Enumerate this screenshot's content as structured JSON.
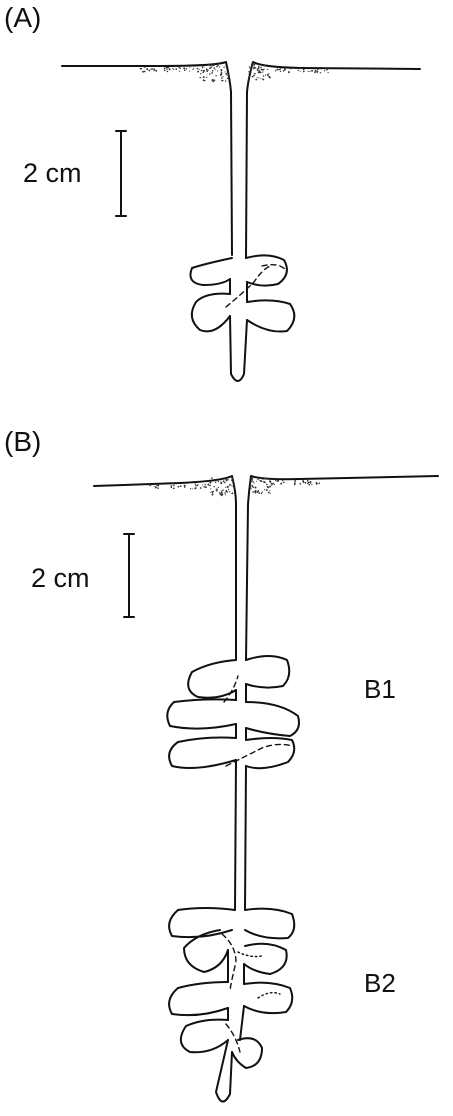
{
  "panels": {
    "a": {
      "label": "(A)",
      "scale_label": "2 cm"
    },
    "b": {
      "label": "(B)",
      "scale_label": "2 cm",
      "section_1_label": "B1",
      "section_2_label": "B2"
    }
  }
}
